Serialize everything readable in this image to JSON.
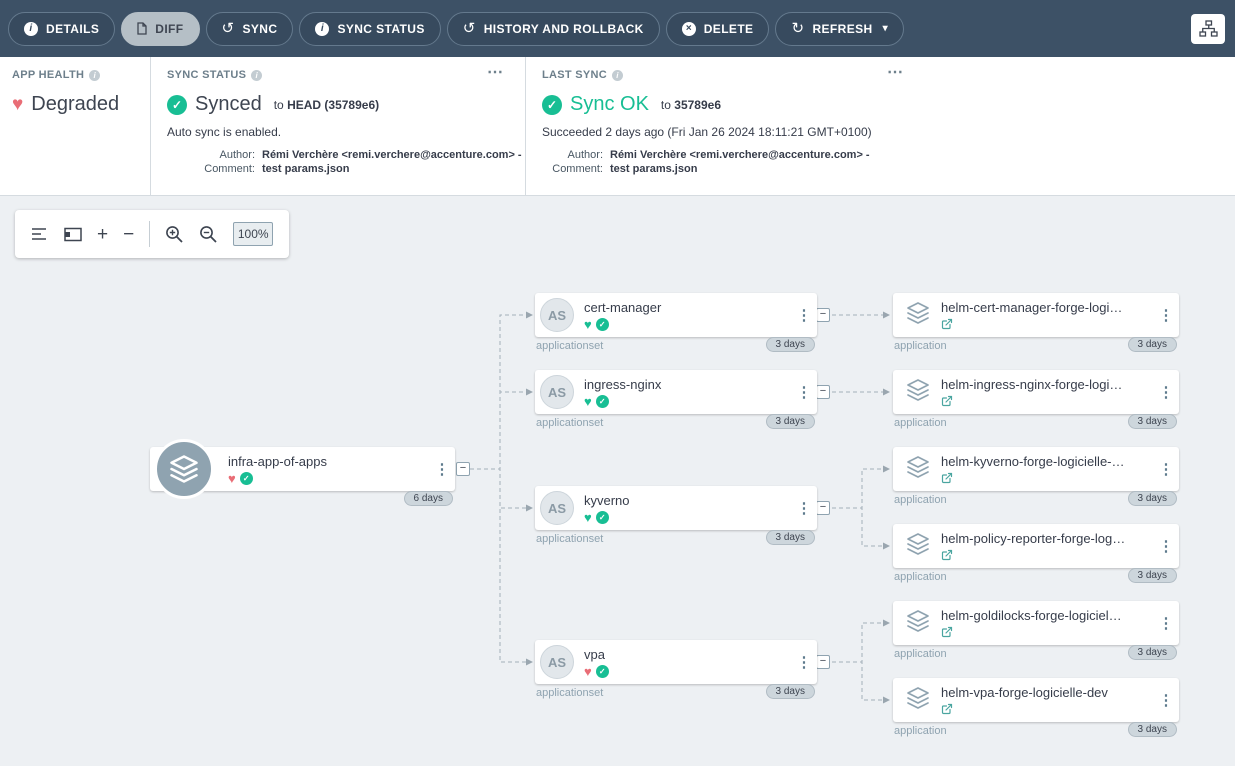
{
  "icons": {
    "info": "i",
    "close": "×",
    "sync": "↺",
    "history": "↺",
    "refresh": "↻",
    "caret": "▾",
    "kebab": "⋮",
    "ellipsis": "⋯",
    "minus": "−",
    "plus": "+",
    "heart": "♥",
    "check": "✓",
    "avatar_appset": "AS"
  },
  "colors": {
    "green": "#18be94",
    "red": "#e96d76"
  },
  "header": {
    "buttons": [
      {
        "label": "DETAILS"
      },
      {
        "label": "DIFF"
      },
      {
        "label": "SYNC"
      },
      {
        "label": "SYNC STATUS"
      },
      {
        "label": "HISTORY AND ROLLBACK"
      },
      {
        "label": "DELETE"
      },
      {
        "label": "REFRESH"
      }
    ]
  },
  "status": {
    "app_health": {
      "label": "APP HEALTH",
      "value": "Degraded",
      "health": "degraded"
    },
    "sync_status": {
      "label": "SYNC STATUS",
      "value": "Synced",
      "to": "to",
      "revision": "HEAD (35789e6)",
      "auto_sync": "Auto sync is enabled.",
      "author_label": "Author:",
      "author": "Rémi Verchère <remi.verchere@accenture.com> -",
      "comment_label": "Comment:",
      "comment": "test params.json"
    },
    "last_sync": {
      "label": "LAST SYNC",
      "value": "Sync OK",
      "to": "to",
      "revision": "35789e6",
      "succeeded": "Succeeded 2 days ago (Fri Jan 26 2024 18:11:21 GMT+0100)",
      "author_label": "Author:",
      "author": "Rémi Verchère <remi.verchere@accenture.com> -",
      "comment_label": "Comment:",
      "comment": "test params.json"
    }
  },
  "graph_toolbar": {
    "zoom": "100%"
  },
  "nodes": {
    "root": {
      "name": "infra-app-of-apps",
      "age": "6 days",
      "health": "degraded"
    },
    "appsets": [
      {
        "avatar": "AS",
        "name": "cert-manager",
        "kind": "applicationset",
        "age": "3 days",
        "health": "healthy"
      },
      {
        "avatar": "AS",
        "name": "ingress-nginx",
        "kind": "applicationset",
        "age": "3 days",
        "health": "healthy"
      },
      {
        "avatar": "AS",
        "name": "kyverno",
        "kind": "applicationset",
        "age": "3 days",
        "health": "healthy"
      },
      {
        "avatar": "AS",
        "name": "vpa",
        "kind": "applicationset",
        "age": "3 days",
        "health": "degraded"
      }
    ],
    "apps": [
      {
        "name": "helm-cert-manager-forge-logi…",
        "kind": "application",
        "age": "3 days"
      },
      {
        "name": "helm-ingress-nginx-forge-logi…",
        "kind": "application",
        "age": "3 days"
      },
      {
        "name": "helm-kyverno-forge-logicielle-…",
        "kind": "application",
        "age": "3 days"
      },
      {
        "name": "helm-policy-reporter-forge-log…",
        "kind": "application",
        "age": "3 days"
      },
      {
        "name": "helm-goldilocks-forge-logiciel…",
        "kind": "application",
        "age": "3 days"
      },
      {
        "name": "helm-vpa-forge-logicielle-dev",
        "kind": "application",
        "age": "3 days"
      }
    ]
  }
}
